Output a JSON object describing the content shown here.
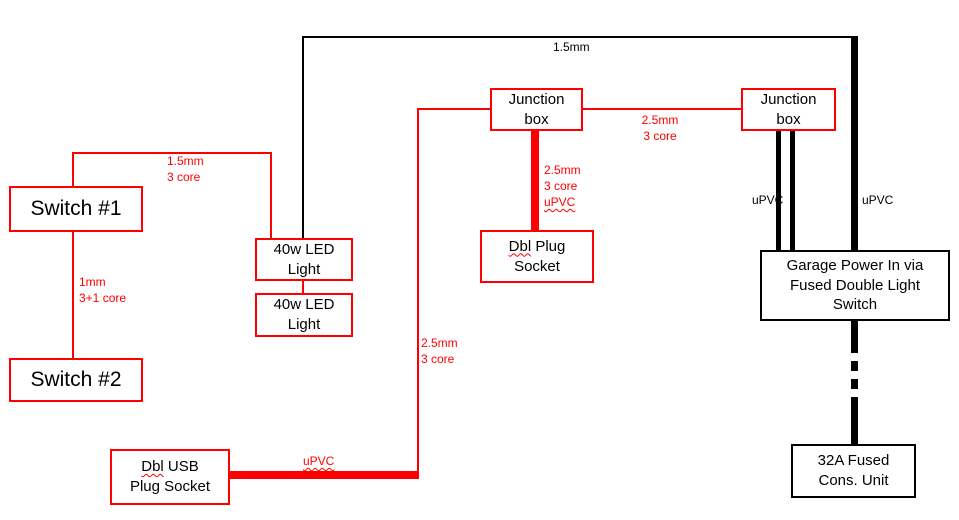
{
  "colors": {
    "wire_red": "#ff0000",
    "wire_black": "#000000"
  },
  "boxes": {
    "switch1": {
      "label": "Switch #1"
    },
    "switch2": {
      "label": "Switch #2"
    },
    "led_light_1": {
      "line1": "40w LED",
      "line2": "Light"
    },
    "led_light_2": {
      "line1": "40w LED",
      "line2": "Light"
    },
    "junction_left": {
      "line1": "Junction",
      "line2": "box"
    },
    "junction_right": {
      "line1": "Junction",
      "line2": "box"
    },
    "dbl_plug_socket": {
      "word1": "Dbl",
      "line1_rest": "Plug",
      "line2": "Socket"
    },
    "dbl_usb_socket": {
      "word1": "Dbl",
      "line1_rest": "USB",
      "line2": "Plug Socket"
    },
    "garage_power": {
      "line1": "Garage Power In via",
      "line2": "Fused Double Light",
      "line3": "Switch"
    },
    "consumer_unit": {
      "line1": "32A Fused",
      "line2": "Cons. Unit"
    }
  },
  "labels": {
    "top_feed": "1.5mm",
    "switch_to_led": {
      "line1": "1.5mm",
      "line2": "3 core"
    },
    "switch_to_switch": {
      "line1": "1mm",
      "line2": "3+1 core"
    },
    "junction_to_junction": {
      "line1": "2.5mm",
      "line2": "3 core"
    },
    "junction_to_plug": {
      "line1": "2.5mm",
      "line2": "3 core",
      "line3": "uPVC"
    },
    "junction_to_usb": {
      "line1": "2.5mm",
      "line2": "3 core"
    },
    "usb_run": "uPVC",
    "upvc_left": "uPVC",
    "upvc_right": "uPVC"
  }
}
